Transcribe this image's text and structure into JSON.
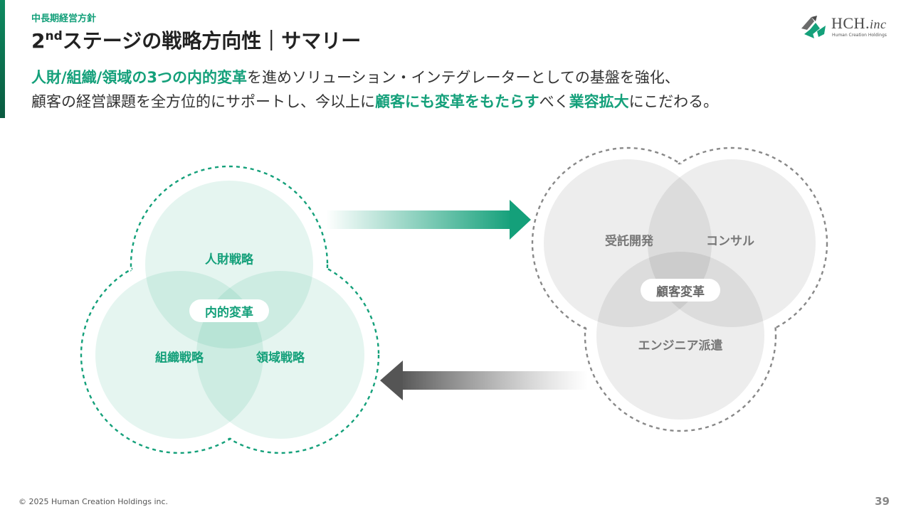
{
  "header": {
    "section": "中長期経営方針",
    "title_prefix": "2",
    "title_sup": "nd",
    "title_main": "ステージの戦略方向性｜サマリー"
  },
  "logo": {
    "name": "HCH.",
    "name_suffix": "inc",
    "subtitle": "Human Creation Holdings"
  },
  "lead": {
    "line1_hl": "人財/組織/領域の3つの内的変革",
    "line1_rest": "を進めソリューション・インテグレーターとしての基盤を強化、",
    "line2_a": "顧客の経営課題を全方位的にサポートし、今以上に",
    "line2_hl1": "顧客にも変革をもたらす",
    "line2_b": "べく",
    "line2_hl2": "業容拡大",
    "line2_c": "にこだわる。"
  },
  "left_cluster": {
    "top": "人財戦略",
    "bottom_left": "組織戦略",
    "bottom_right": "領域戦略",
    "center": "内的変革"
  },
  "right_cluster": {
    "top_left": "受託開発",
    "top_right": "コンサル",
    "bottom": "エンジニア派遣",
    "center": "顧客変革"
  },
  "colors": {
    "accent": "#14a07a",
    "circle_green": "#d9f0e7",
    "circle_gray": "#e6e6e6",
    "arrow_gray": "#555555"
  },
  "footer": {
    "copyright": "© 2025 Human Creation Holdings inc.",
    "page": "39"
  }
}
